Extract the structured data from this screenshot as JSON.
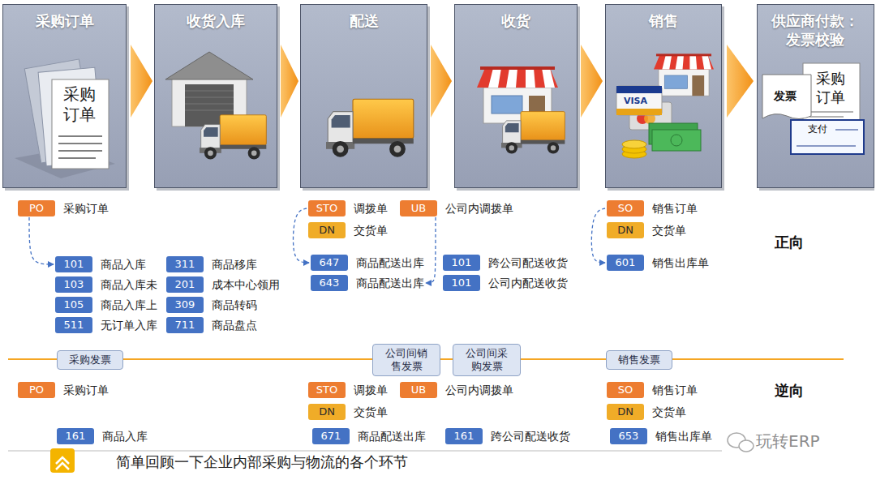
{
  "diagram": {
    "caption": "简单回顾一下企业内部采购与物流的各个环节",
    "nodes": [
      {
        "text": [
          "采购订单"
        ]
      },
      {
        "text": [
          "收货入库"
        ]
      },
      {
        "text": [
          "配送"
        ]
      },
      {
        "text": [
          "收货"
        ]
      },
      {
        "text": [
          "销售"
        ]
      },
      {
        "text": [
          "供应商付款：发票校验"
        ]
      },
      {
        "text": [
          "PO",
          "采购订单"
        ]
      },
      {
        "text": [
          "101",
          "商品入库"
        ]
      },
      {
        "text": [
          "103",
          "商品入库未"
        ]
      },
      {
        "text": [
          "105",
          "商品入库上"
        ]
      },
      {
        "text": [
          "511",
          "无订单入库"
        ]
      },
      {
        "text": [
          "311",
          "商品移库"
        ]
      },
      {
        "text": [
          "201",
          "成本中心领用"
        ]
      },
      {
        "text": [
          "309",
          "商品转码"
        ]
      },
      {
        "text": [
          "711",
          "商品盘点"
        ]
      },
      {
        "text": [
          "STO",
          "调拨单"
        ]
      },
      {
        "text": [
          "DN",
          "交货单"
        ]
      },
      {
        "text": [
          "UB",
          "公司内调拨单"
        ]
      },
      {
        "text": [
          "647",
          "商品配送出库"
        ]
      },
      {
        "text": [
          "643",
          "商品配送出库"
        ]
      },
      {
        "text": [
          "101",
          "跨公司配送收货"
        ]
      },
      {
        "text": [
          "101",
          "公司内配送收货"
        ]
      },
      {
        "text": [
          "SO",
          "销售订单"
        ]
      },
      {
        "text": [
          "DN",
          "交货单"
        ]
      },
      {
        "text": [
          "601",
          "销售出库单"
        ]
      },
      {
        "text": [
          "采购发票"
        ]
      },
      {
        "text": [
          "公司间销售发票"
        ]
      },
      {
        "text": [
          "公司间采购发票"
        ]
      },
      {
        "text": [
          "销售发票"
        ]
      },
      {
        "text": [
          "PO",
          "采购订单"
        ]
      },
      {
        "text": [
          "STO",
          "调拨单"
        ]
      },
      {
        "text": [
          "UB",
          "公司内调拨单"
        ]
      },
      {
        "text": [
          "DN",
          "交货单"
        ]
      },
      {
        "text": [
          "SO",
          "销售订单"
        ]
      },
      {
        "text": [
          "DN",
          "交货单"
        ]
      },
      {
        "text": [
          "161",
          "商品入库"
        ]
      },
      {
        "text": [
          "671",
          "商品配送出库"
        ]
      },
      {
        "text": [
          "161",
          "跨公司配送收货"
        ]
      },
      {
        "text": [
          "653",
          "销售出库单"
        ]
      }
    ],
    "edges": [
      {
        "from": 6,
        "to": 7,
        "arrow": "to"
      },
      {
        "from": 15,
        "to": 18,
        "arrow": "to"
      },
      {
        "from": 17,
        "to": 19,
        "arrow": "to"
      },
      {
        "from": 22,
        "to": 24,
        "arrow": "to"
      }
    ],
    "labels": [
      "采购订单",
      "VISA",
      "发票",
      "采购订单",
      "支付",
      "正向",
      "逆向",
      "玩转ERP"
    ]
  }
}
